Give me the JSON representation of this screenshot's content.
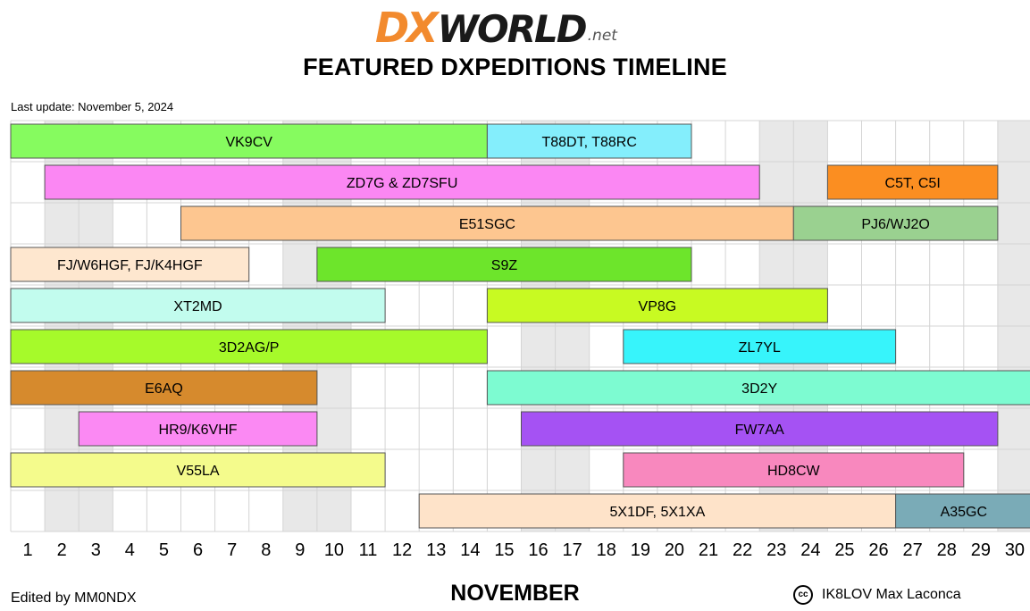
{
  "header": {
    "logo_dx": "DX",
    "logo_world": "WORLD",
    "logo_net": ".net",
    "title": "FEATURED DXPEDITIONS TIMELINE",
    "last_update": "Last update: November 5, 2024"
  },
  "footer": {
    "edited_by": "Edited by MM0NDX",
    "month": "NOVEMBER",
    "credit": "IK8LOV Max Laconca",
    "cc_symbol": "cc"
  },
  "chart_data": {
    "type": "gantt",
    "x_unit": "day of November",
    "x": [
      1,
      2,
      3,
      4,
      5,
      6,
      7,
      8,
      9,
      10,
      11,
      12,
      13,
      14,
      15,
      16,
      17,
      18,
      19,
      20,
      21,
      22,
      23,
      24,
      25,
      26,
      27,
      28,
      29,
      30
    ],
    "xlim": [
      1,
      30
    ],
    "grid": true,
    "weekend_shading": [
      2,
      3,
      9,
      10,
      16,
      17,
      23,
      24,
      30
    ],
    "tasks": [
      {
        "label": "VK9CV",
        "row": 1,
        "start": 1,
        "end": 14,
        "color": "#86fb5f"
      },
      {
        "label": "T88DT, T88RC",
        "row": 1,
        "start": 15,
        "end": 20,
        "color": "#84eefc"
      },
      {
        "label": "ZD7G & ZD7SFU",
        "row": 2,
        "start": 2,
        "end": 22,
        "color": "#fb87f3"
      },
      {
        "label": "C5T, C5I",
        "row": 2,
        "start": 25,
        "end": 29,
        "color": "#fb8e21"
      },
      {
        "label": "E51SGC",
        "row": 3,
        "start": 6,
        "end": 23,
        "color": "#fdc690"
      },
      {
        "label": "PJ6/WJ2O",
        "row": 3,
        "start": 24,
        "end": 29,
        "color": "#9ad190"
      },
      {
        "label": "FJ/W6HGF, FJ/K4HGF",
        "row": 4,
        "start": 1,
        "end": 7,
        "color": "#fee7cf"
      },
      {
        "label": "S9Z",
        "row": 4,
        "start": 10,
        "end": 20,
        "color": "#6de52b"
      },
      {
        "label": "XT2MD",
        "row": 5,
        "start": 1,
        "end": 11,
        "color": "#c2fcee"
      },
      {
        "label": "VP8G",
        "row": 5,
        "start": 15,
        "end": 24,
        "color": "#c8fa22"
      },
      {
        "label": "3D2AG/P",
        "row": 6,
        "start": 1,
        "end": 14,
        "color": "#a6fa2a"
      },
      {
        "label": "ZL7YL",
        "row": 6,
        "start": 19,
        "end": 26,
        "color": "#37f4fb"
      },
      {
        "label": "E6AQ",
        "row": 7,
        "start": 1,
        "end": 9,
        "color": "#d68a2d"
      },
      {
        "label": "3D2Y",
        "row": 7,
        "start": 15,
        "end": 30,
        "color": "#7dfbd1"
      },
      {
        "label": "HR9/K6VHF",
        "row": 8,
        "start": 3,
        "end": 9,
        "color": "#fb89f3"
      },
      {
        "label": "FW7AA",
        "row": 8,
        "start": 16,
        "end": 29,
        "color": "#a552f3"
      },
      {
        "label": "V55LA",
        "row": 9,
        "start": 1,
        "end": 11,
        "color": "#f4fb8c"
      },
      {
        "label": "HD8CW",
        "row": 9,
        "start": 19,
        "end": 28,
        "color": "#f888be"
      },
      {
        "label": "5X1DF, 5X1XA",
        "row": 10,
        "start": 13,
        "end": 26,
        "color": "#fee3c9"
      },
      {
        "label": "A35GC",
        "row": 10,
        "start": 27,
        "end": 30,
        "color": "#7aabb7"
      }
    ]
  }
}
